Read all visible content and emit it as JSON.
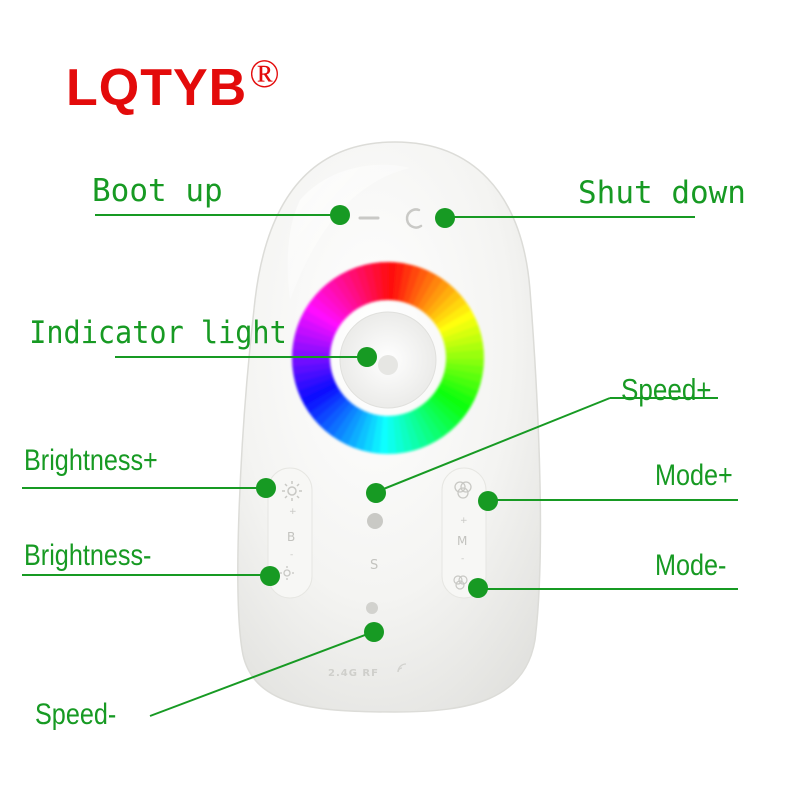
{
  "brand": {
    "name": "LQTYB",
    "mark": "®"
  },
  "callouts": {
    "boot_up": "Boot up",
    "shut_down": "Shut down",
    "indicator_light": "Indicator light",
    "speed_plus": "Speed+",
    "brightness_plus": "Brightness+",
    "mode_plus": "Mode+",
    "brightness_minus": "Brightness-",
    "mode_minus": "Mode-",
    "speed_minus": "Speed-"
  },
  "remote": {
    "b_label": "B",
    "s_label": "S",
    "m_label": "M",
    "plus": "+",
    "minus": "-",
    "rf_label": "2.4G RF"
  },
  "colors": {
    "brand_red": "#e30b0b",
    "callout_green": "#179a23",
    "remote_body": "#f3f3f1"
  }
}
